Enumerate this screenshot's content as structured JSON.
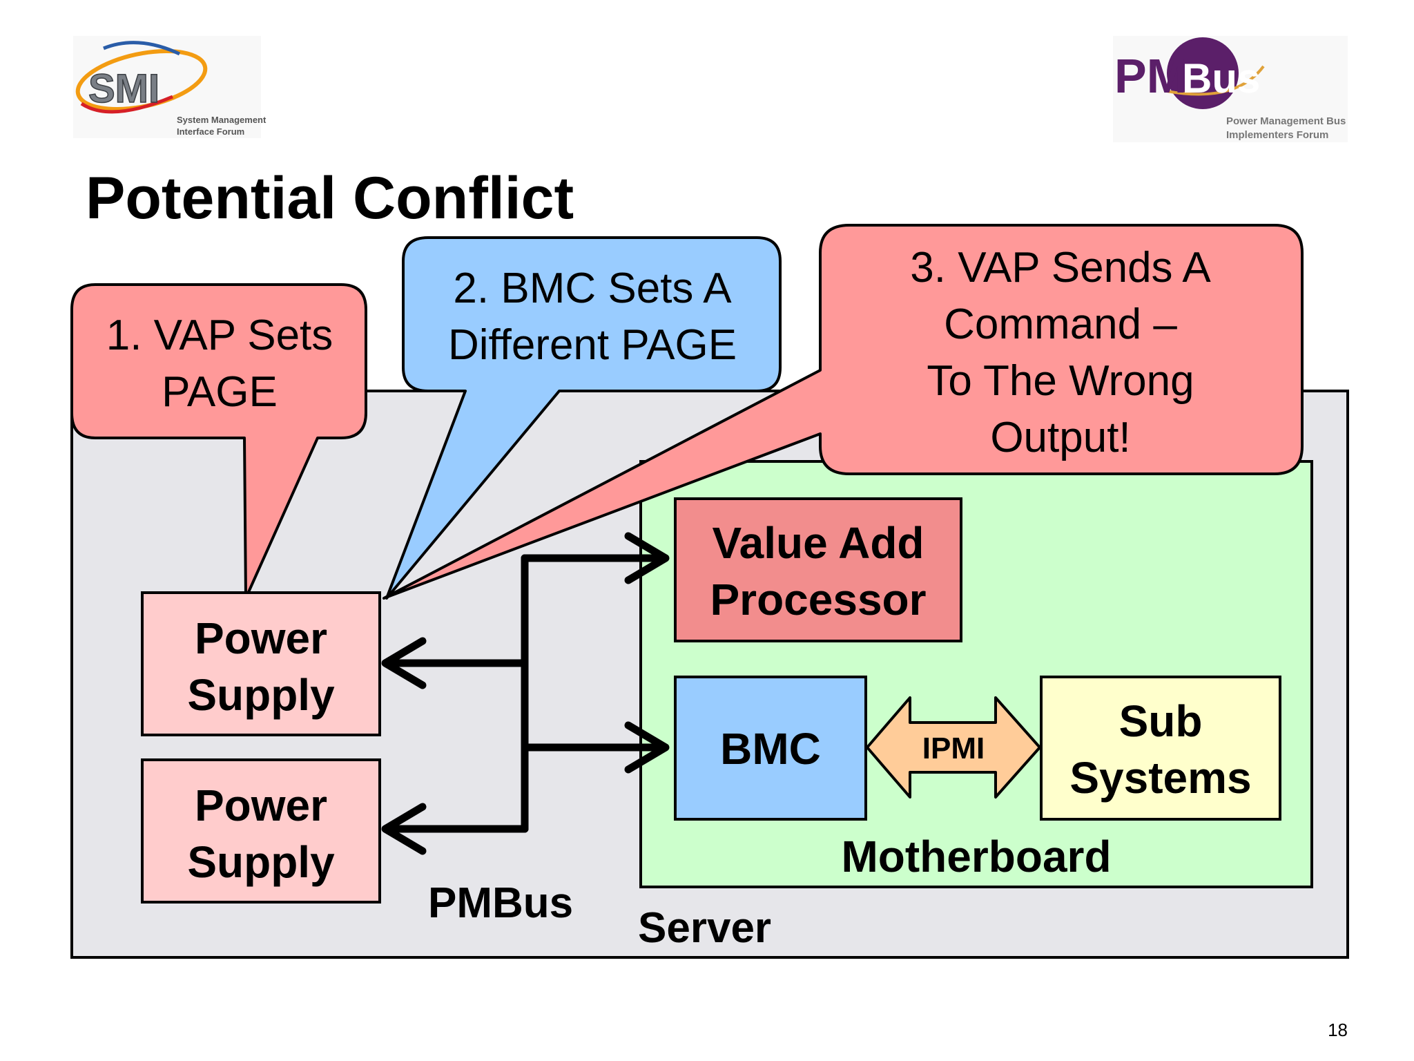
{
  "logos": {
    "left": {
      "mark": "SMI",
      "line1": "System Management",
      "line2": "Interface Forum"
    },
    "right": {
      "mark_a": "PM",
      "mark_b": "Bus",
      "line1": "Power Management Bus",
      "line2": "Implementers Forum"
    }
  },
  "title": "Potential Conflict",
  "callouts": {
    "one": {
      "line1": "1. VAP Sets",
      "line2": "PAGE"
    },
    "two": {
      "line1": "2. BMC Sets A",
      "line2": "Different PAGE"
    },
    "three": {
      "line1": "3. VAP Sends A",
      "line2": "Command –",
      "line3": "To The Wrong",
      "line4": "Output!"
    }
  },
  "blocks": {
    "power_supply_1": {
      "line1": "Power",
      "line2": "Supply"
    },
    "power_supply_2": {
      "line1": "Power",
      "line2": "Supply"
    },
    "vap": {
      "line1": "Value Add",
      "line2": "Processor"
    },
    "bmc": {
      "label": "BMC"
    },
    "ipmi": {
      "label": "IPMI"
    },
    "sub_systems": {
      "line1": "Sub",
      "line2": "Systems"
    }
  },
  "labels": {
    "pmbus": "PMBus",
    "server": "Server",
    "motherboard": "Motherboard"
  },
  "page_number": "18",
  "colors": {
    "server_fill": "#e6e6ea",
    "motherboard_fill": "#ccffcc",
    "callout_red": "#ff9999",
    "callout_blue": "#99ccff",
    "power_supply_fill": "#ffcccc",
    "vap_fill": "#f28d8d",
    "bmc_fill": "#99ccff",
    "ipmi_fill": "#ffcc99",
    "sub_systems_fill": "#ffffcc",
    "smi_orange": "#f39c12",
    "pmbus_purple": "#5b1f69"
  }
}
